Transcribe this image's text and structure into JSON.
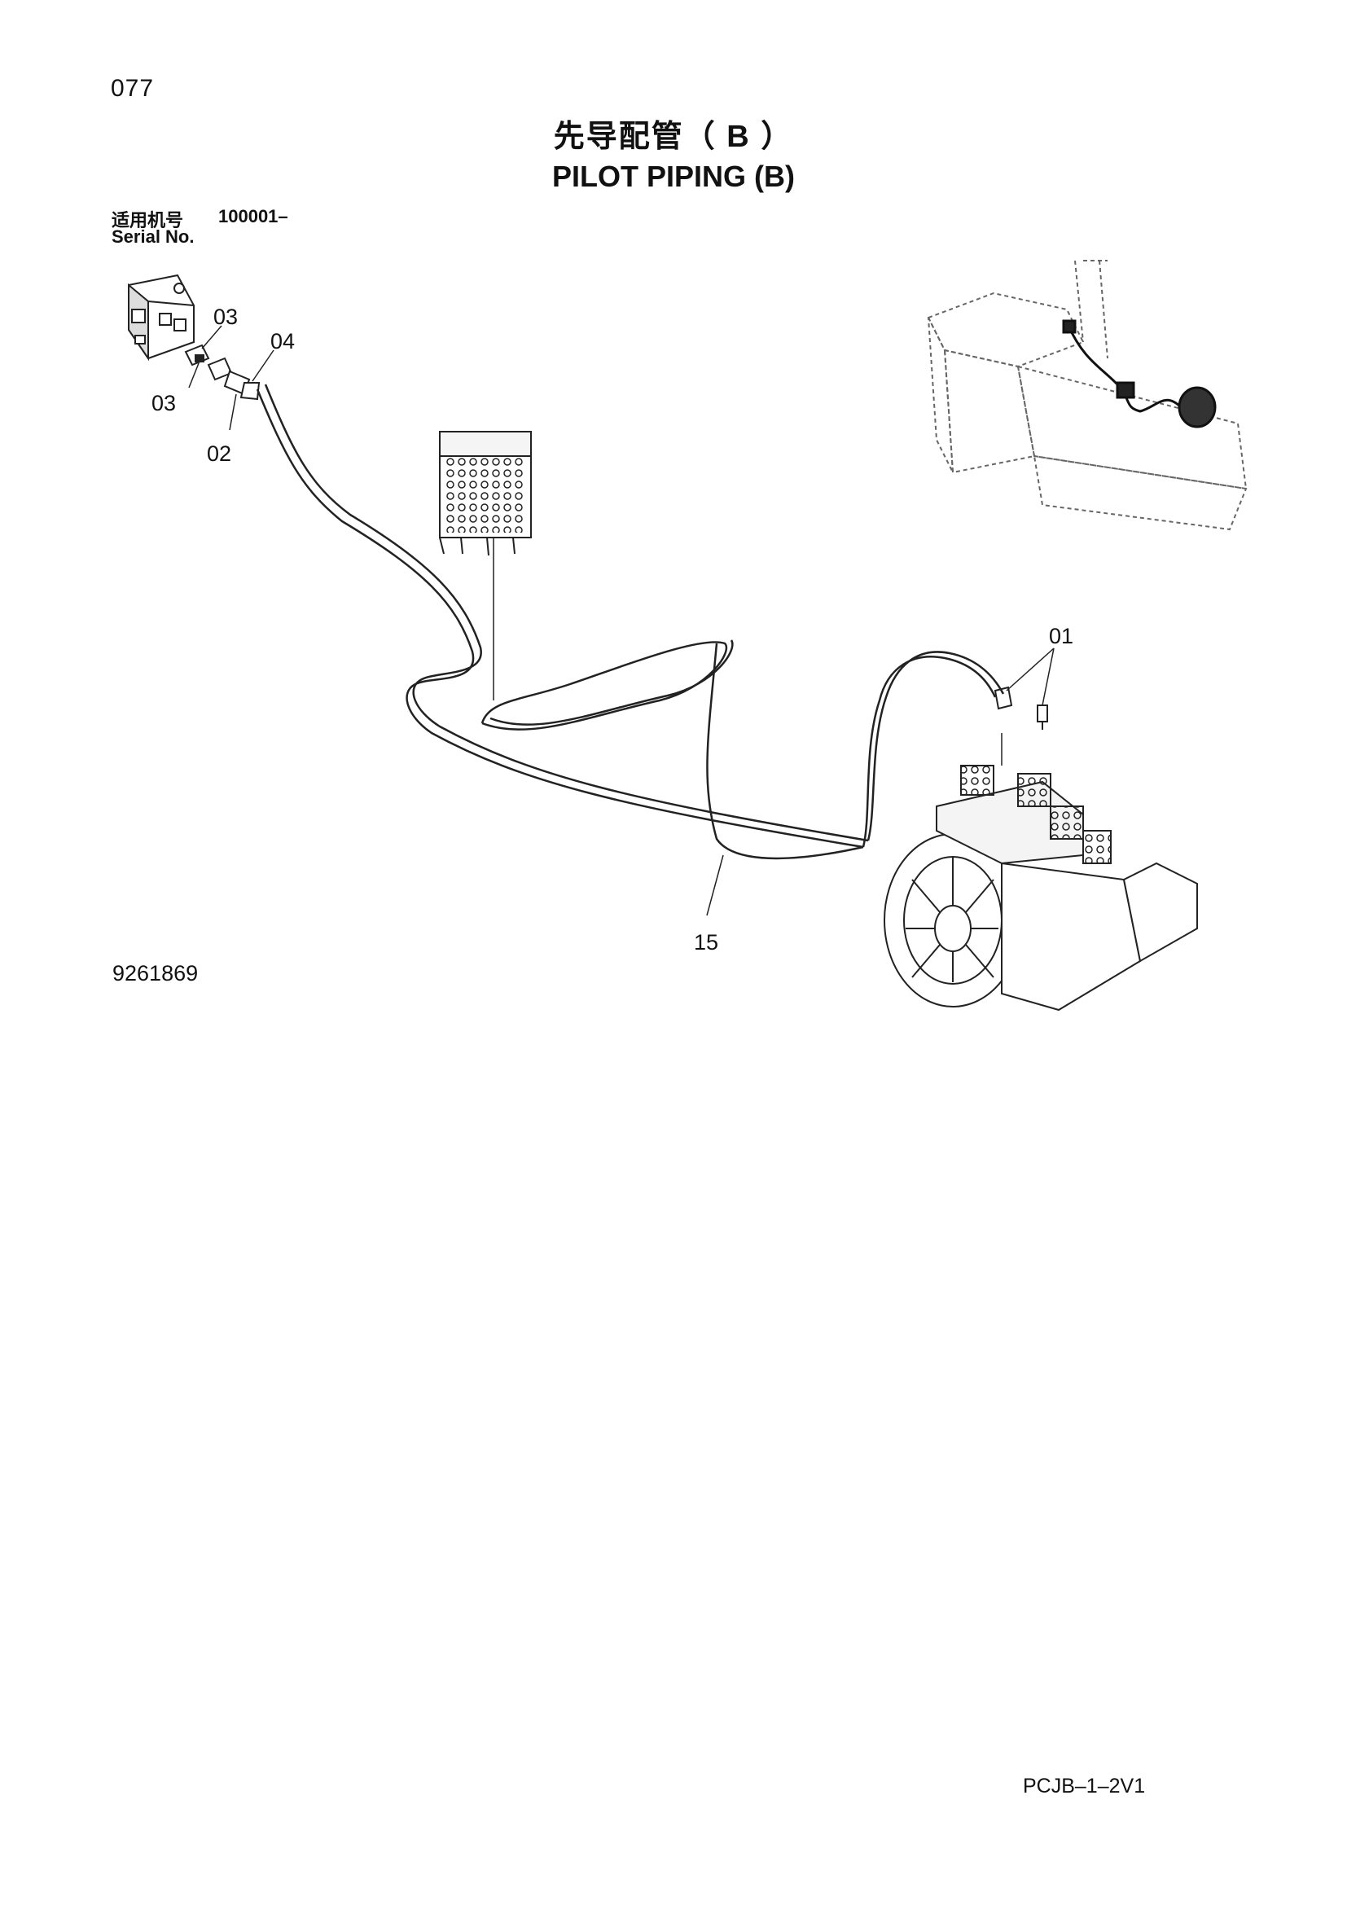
{
  "page": {
    "number": "077",
    "title_cn": "先导配管（ B ）",
    "title_en": "PILOT PIPING (B)",
    "serial_label_cn": "适用机号",
    "serial_range": "100001–",
    "serial_label_en": "Serial No.",
    "diagram_code": "9261869",
    "doc_code": "PCJB–1–2V1"
  },
  "callouts": {
    "c01": "01",
    "c02": "02",
    "c03a": "03",
    "c03b": "03",
    "c04": "04",
    "c15": "15"
  }
}
